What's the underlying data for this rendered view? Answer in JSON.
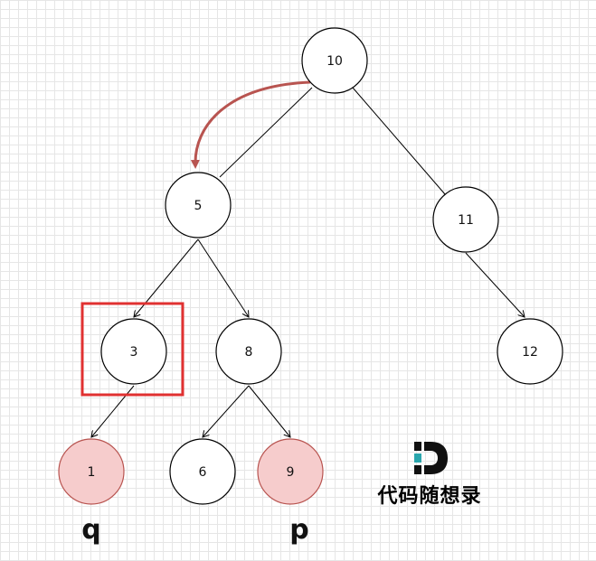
{
  "colors": {
    "edge": "#000000",
    "node_fill": "#ffffff",
    "highlight_fill": "#f6cccc",
    "highlight_stroke": "#b85450",
    "arrow": "#b85450",
    "box": "#e03131",
    "logo_teal": "#2aa6ad",
    "logo_dark": "#111111"
  },
  "nodes": {
    "n10": "10",
    "n5": "5",
    "n11": "11",
    "n3": "3",
    "n8": "8",
    "n12": "12",
    "n1": "1",
    "n6": "6",
    "n9": "9"
  },
  "labels": {
    "q": "q",
    "p": "p"
  },
  "logo": {
    "text": "代码随想录"
  }
}
